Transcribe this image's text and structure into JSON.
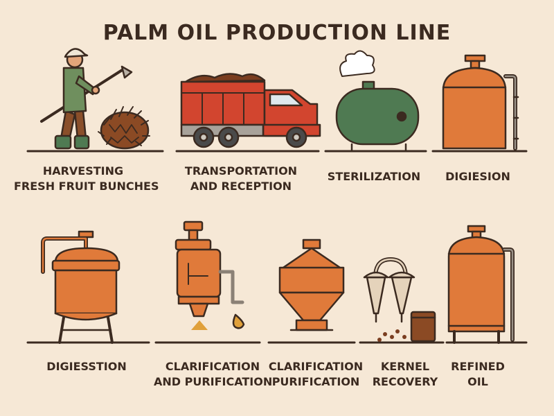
{
  "title": "PALM OIL PRODUCTION LINE",
  "steps": [
    {
      "lines": [
        "HARVESTING",
        "FRESH FRUIT BUNCHES"
      ],
      "icon": "harvester-icon"
    },
    {
      "lines": [
        "TRANSPORTATION",
        "AND RECEPTION"
      ],
      "icon": "dump-truck-icon"
    },
    {
      "lines": [
        "STERILIZATION"
      ],
      "icon": "steam-tank-icon"
    },
    {
      "lines": [
        "DIGIESION"
      ],
      "icon": "digester-tank-icon"
    },
    {
      "lines": [
        "DIGIESSTION"
      ],
      "icon": "pressure-vessel-icon"
    },
    {
      "lines": [
        "CLARIFICATION",
        "AND PURIFICATION"
      ],
      "icon": "screw-press-icon"
    },
    {
      "lines": [
        "CLARIFICATION",
        "PURIFICATION"
      ],
      "icon": "conical-tank-icon"
    },
    {
      "lines": [
        "KERNEL",
        "RECOVERY"
      ],
      "icon": "hydrocyclone-icon"
    },
    {
      "lines": [
        "REFINED",
        "OIL"
      ],
      "icon": "storage-tank-icon"
    }
  ],
  "colors": {
    "background": "#f6e8d6",
    "copper": "#e07a3a",
    "outline": "#3b2a20",
    "green": "#4f7a52",
    "red": "#d2452f"
  }
}
